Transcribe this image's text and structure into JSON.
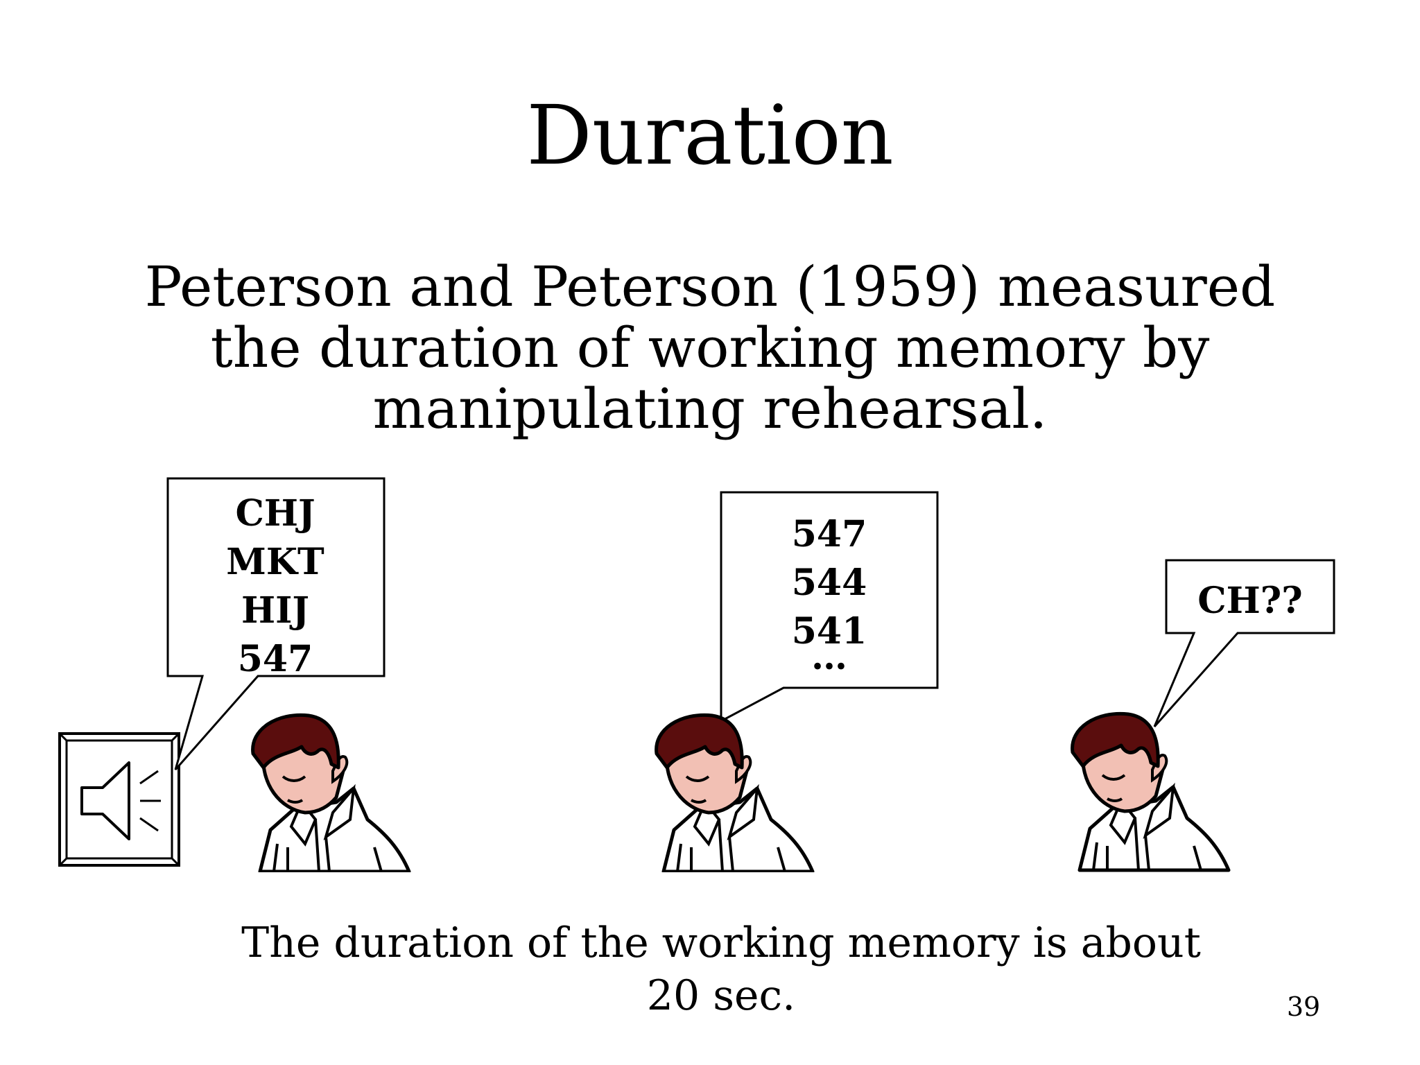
{
  "slide": {
    "title": "Duration",
    "intro": "Peterson and Peterson (1959) measured the duration of working memory by manipulating rehearsal.",
    "caption": "The duration of the working memory is about 20 sec.",
    "page_number": "39"
  },
  "bubbles": {
    "first": {
      "lines": [
        "CHJ",
        "MKT",
        "HIJ",
        "547"
      ]
    },
    "second": {
      "lines": [
        "547",
        "544",
        "541",
        "…"
      ]
    },
    "third": {
      "lines": [
        "CH??"
      ]
    }
  },
  "icons": [
    "speaker-icon",
    "boy-figure"
  ],
  "colors": {
    "hair": "#5a0d0d",
    "skin": "#f2c0b4",
    "line": "#000000",
    "background": "#ffffff"
  }
}
